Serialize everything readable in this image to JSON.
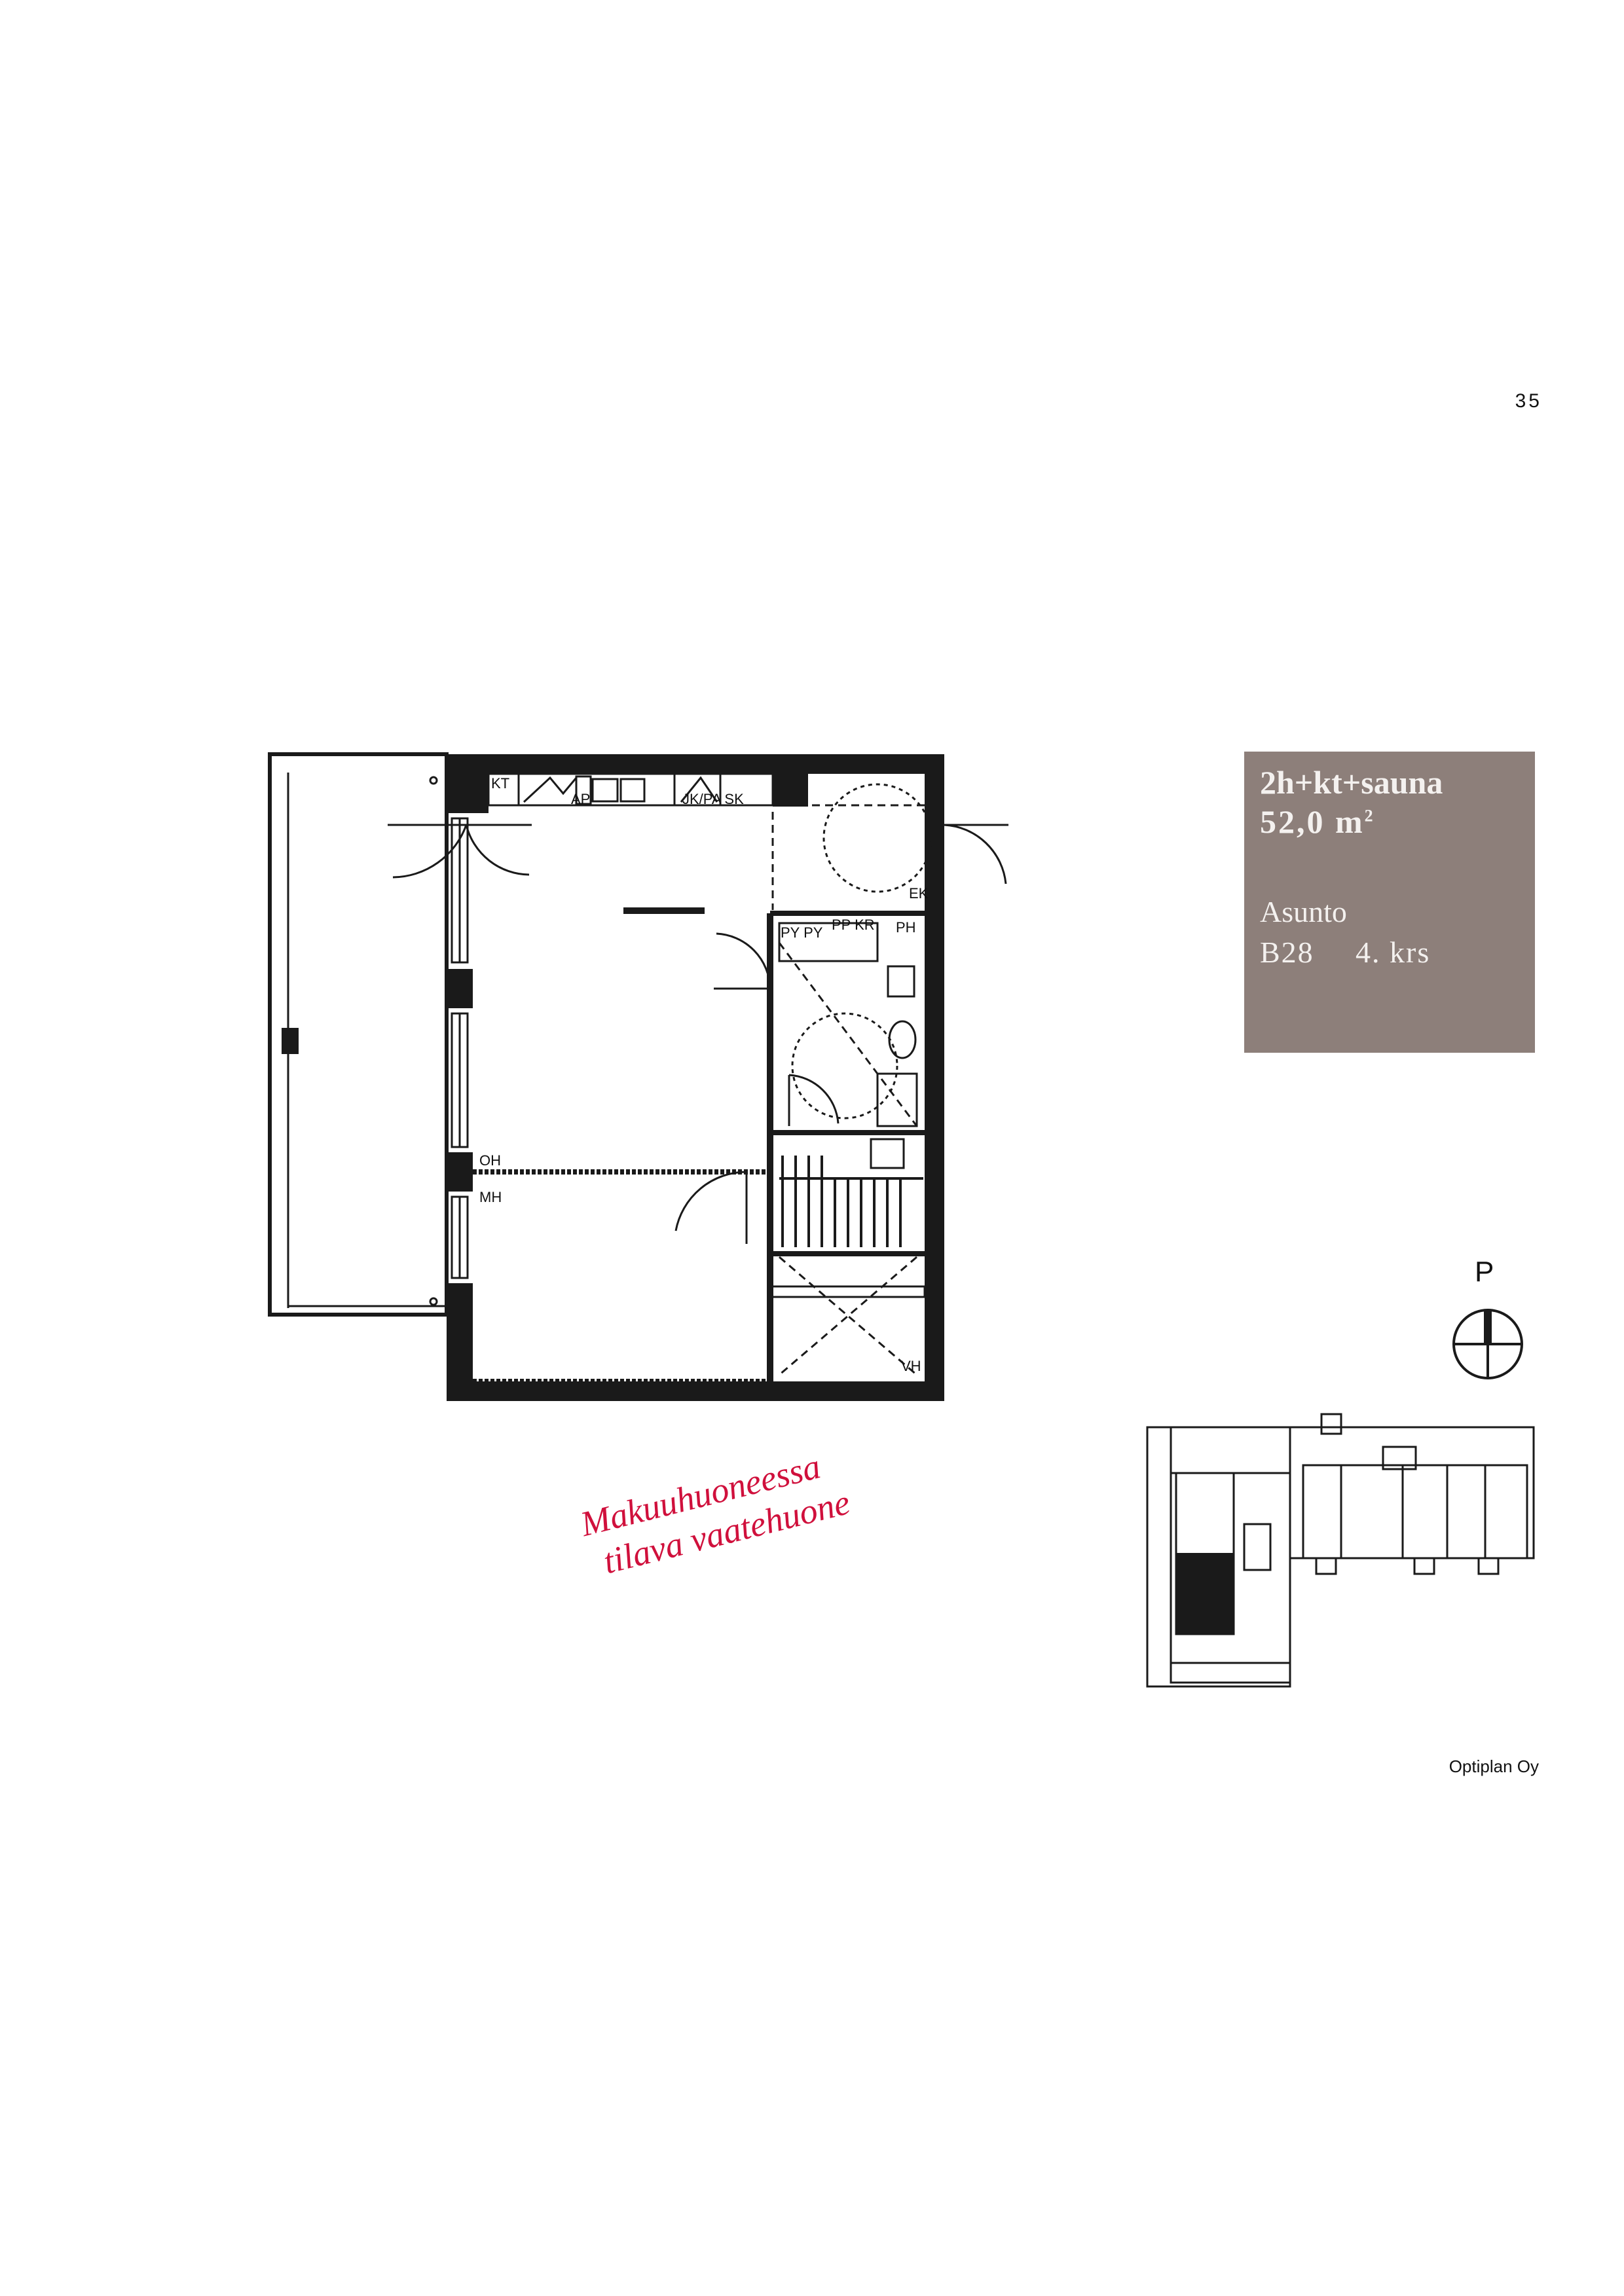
{
  "page_number": "35",
  "info": {
    "apartment_type": "2h+kt+sauna",
    "area": "52,0 m",
    "area_sup": "2",
    "label": "Asunto",
    "unit": "B28",
    "floor": "4. krs"
  },
  "plan_labels": {
    "kt": "KT",
    "ap": "AP",
    "jkpa_sk": "JK/PA SK",
    "ek": "EK",
    "py": "PY PY",
    "ppkr": "PP KR",
    "ph": "PH",
    "oh": "OH",
    "mh": "MH",
    "vh": "VH"
  },
  "callout": {
    "line1": "Makuuhuoneessa",
    "line2": "tilava vaatehuone"
  },
  "compass": {
    "north_label": "P"
  },
  "colors": {
    "callout": "#d0103c",
    "info_box": "#8d7f7a",
    "walls": "#1a1a1a"
  },
  "company": "Optiplan Oy"
}
